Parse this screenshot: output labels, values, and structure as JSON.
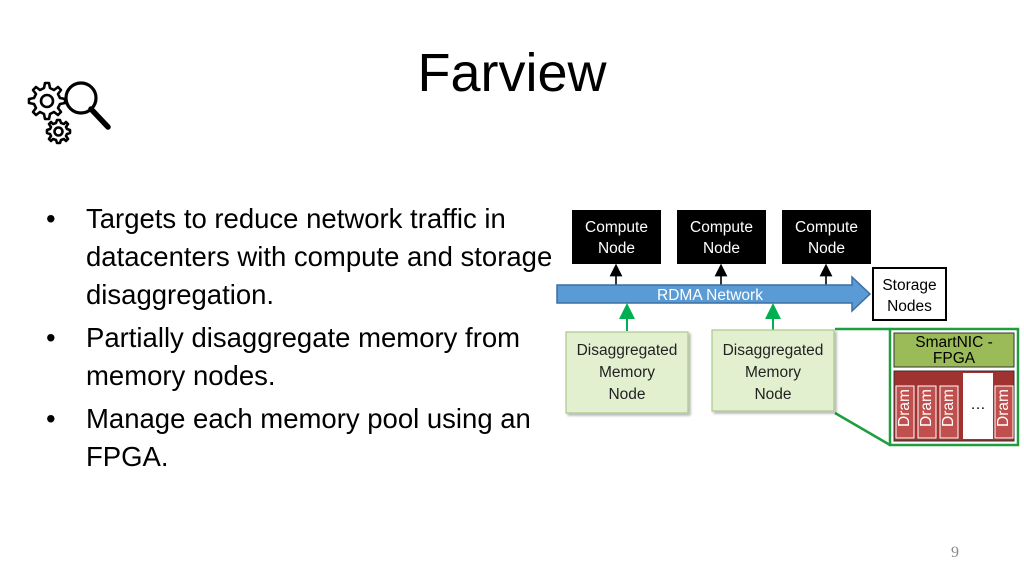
{
  "slide": {
    "title": "Farview",
    "logo_icon": "gears-magnifier-icon",
    "bullets": [
      "Targets to reduce network traffic in datacenters with compute and storage disaggregation.",
      "Partially disaggregate memory from memory nodes.",
      "Manage each memory pool using an FPGA."
    ],
    "page_number": "9"
  },
  "diagram": {
    "compute_nodes": [
      {
        "line1": "Compute",
        "line2": "Node"
      },
      {
        "line1": "Compute",
        "line2": "Node"
      },
      {
        "line1": "Compute",
        "line2": "Node"
      }
    ],
    "network_label": "RDMA Network",
    "storage": {
      "line1": "Storage",
      "line2": "Nodes"
    },
    "memory_nodes": [
      {
        "line1": "Disaggregated",
        "line2": "Memory",
        "line3": "Node"
      },
      {
        "line1": "Disaggregated",
        "line2": "Memory",
        "line3": "Node"
      }
    ],
    "smartnic": {
      "line1": "SmartNIC -",
      "line2": "FPGA"
    },
    "dram_label": "Dram",
    "dram_ellipsis": "…",
    "colors": {
      "compute_fill": "#000000",
      "network_fill": "#5b9bd5",
      "network_stroke": "#3a6fa3",
      "memory_fill": "#e2f0d0",
      "memory_stroke": "#a9c98a",
      "smartnic_fill": "#9bbb59",
      "dram_fill": "#c0504d",
      "zoom_stroke": "#1e9e3e",
      "arrow_green": "#00b050"
    }
  }
}
